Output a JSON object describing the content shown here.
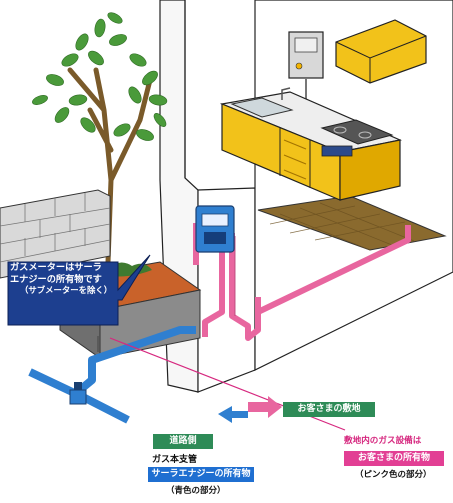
{
  "callout": {
    "line1": "ガスメーターはサーラ",
    "line2": "エナジーの所有物です",
    "line3": "（サブメーターを除く）"
  },
  "labels": {
    "road_side": "道路側",
    "customer_premises": "お客さまの敷地",
    "main_pipe_title": "ガス本支管",
    "main_pipe_owner": "サーラエナジーの所有物",
    "main_pipe_note": "（青色の部分）",
    "inner_equipment_title": "敷地内のガス設備は",
    "inner_equipment_owner": "お客さまの所有物",
    "inner_equipment_note": "（ピンク色の部分）"
  },
  "colors": {
    "customer_pipe": "#e8669f",
    "company_pipe": "#2f7fd0",
    "label_green": "#2e8b57",
    "label_blue": "#1f6fd1",
    "label_pink": "#e23f94",
    "cabinet_yellow": "#f2c21a",
    "callout_navy": "#1d3f8f"
  },
  "icons": [
    "tree",
    "gas-meter",
    "water-heater",
    "range-hood",
    "kitchen-sink",
    "gas-stove",
    "arrow-left",
    "arrow-right"
  ]
}
